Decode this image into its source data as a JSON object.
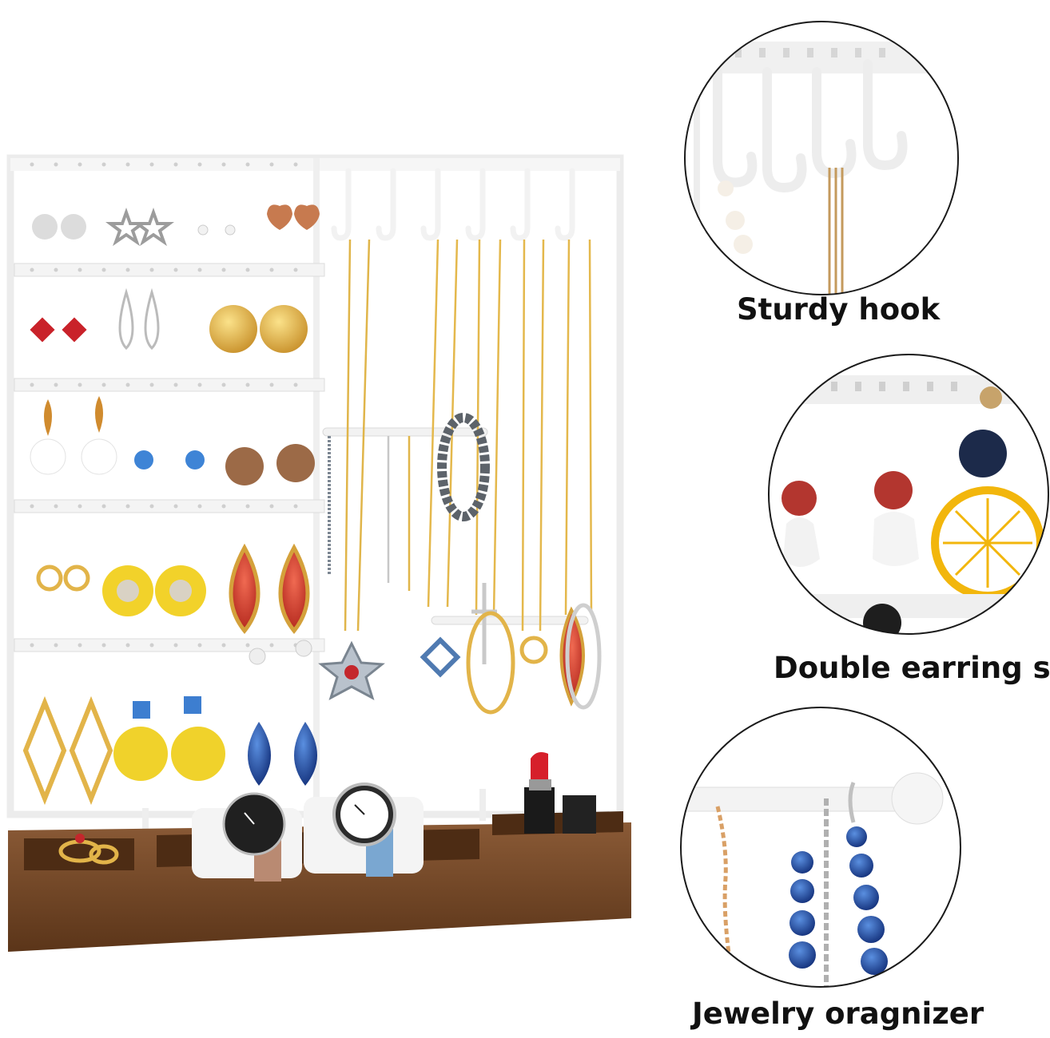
{
  "callouts": [
    {
      "label": "Sturdy hook"
    },
    {
      "label": "Double earring slot"
    },
    {
      "label": "Jewelry oragnizer"
    }
  ],
  "colors": {
    "frame": "#f4f4f4",
    "wood": "#6e4326",
    "gold": "#e6b640",
    "yellow": "#f2d22a",
    "blue": "#2f5aa8",
    "red": "#c8302c",
    "circle_border": "#1a1a1a"
  },
  "icons": [
    "earring-icon",
    "necklace-icon",
    "watch-icon",
    "lipstick-icon",
    "ring-icon"
  ]
}
